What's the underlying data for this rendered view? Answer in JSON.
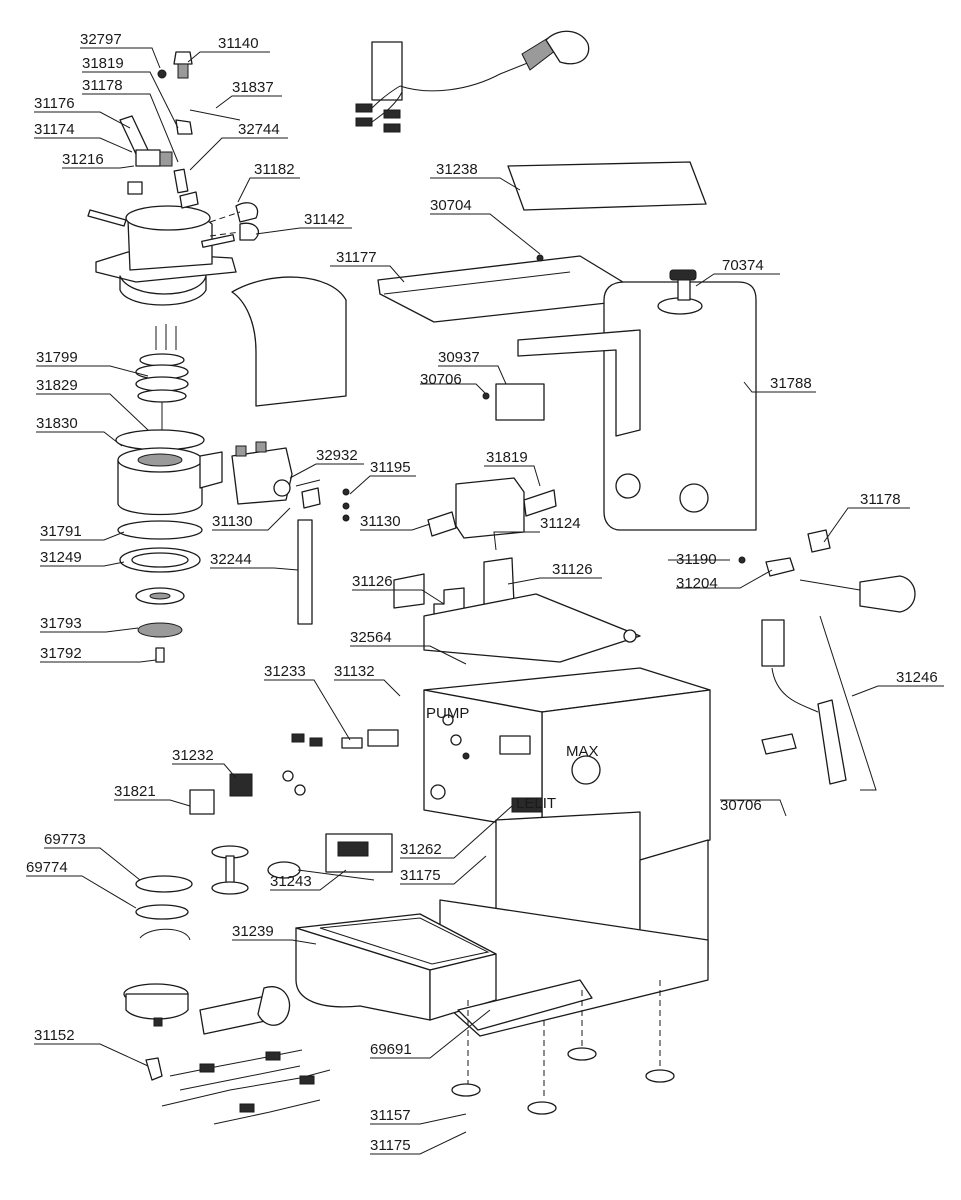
{
  "part_labels": {
    "p32797": "32797",
    "p31140": "31140",
    "p31819_top": "31819",
    "p31837": "31837",
    "p31178_top": "31178",
    "p31176": "31176",
    "p31174": "31174",
    "p32744": "32744",
    "p31216": "31216",
    "p31182": "31182",
    "p31142": "31142",
    "p31238": "31238",
    "p30704": "30704",
    "p31177": "31177",
    "p70374": "70374",
    "p30937": "30937",
    "p30706_mid": "30706",
    "p31788": "31788",
    "p31799": "31799",
    "p31829": "31829",
    "p31830": "31830",
    "p32932": "32932",
    "p31195": "31195",
    "p31130_left": "31130",
    "p31791": "31791",
    "p31249": "31249",
    "p32244": "32244",
    "p31793": "31793",
    "p31792": "31792",
    "p31819_mid": "31819",
    "p31130_mid": "31130",
    "p31124": "31124",
    "p31126_left": "31126",
    "p31126_right": "31126",
    "p31178_right": "31178",
    "p31190": "31190",
    "p31204": "31204",
    "p31246": "31246",
    "p32564": "32564",
    "p31233": "31233",
    "p31132": "31132",
    "p31232": "31232",
    "p31821": "31821",
    "p31243": "31243",
    "p30706_right": "30706",
    "p31262": "31262",
    "p31175_mid": "31175",
    "p69773": "69773",
    "p69774": "69774",
    "p31239": "31239",
    "p31152": "31152",
    "p69691": "69691",
    "p31157": "31157",
    "p31175_bottom": "31175"
  },
  "panel_text": {
    "pump": "PUMP",
    "brand": "LELIT",
    "max": "MAX"
  }
}
